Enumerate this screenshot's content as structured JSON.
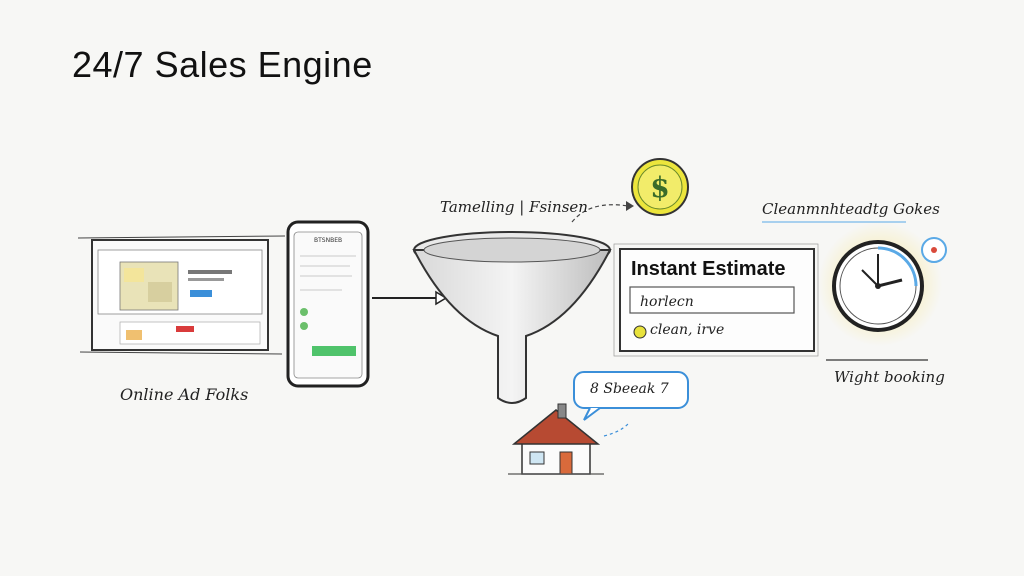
{
  "title": "24/7 Sales Engine",
  "labels": {
    "online_ad": "Online Ad Folks",
    "funnel": "Tamelling | Fsinsen",
    "clean": "Cleanmnhteadtg Gokes",
    "night": "Wight booking",
    "speech": "8 Sbeeak 7"
  },
  "estimate_card": {
    "title": "Instant Estimate",
    "field": "horlecn",
    "check": "clean, irve"
  },
  "phone": {
    "header": "BTSNBEB"
  },
  "icons": [
    "dollar-coin-icon",
    "clock-icon",
    "house-icon",
    "funnel-icon",
    "laptop-icon",
    "phone-icon",
    "speech-bubble-icon",
    "alarm-icon"
  ],
  "colors": {
    "coin": "#e8e23c",
    "coin_dark": "#3a6b2a",
    "house_roof": "#b74a32",
    "clock_glow": "#f4e27a",
    "accent_blue": "#5aa9e6"
  }
}
